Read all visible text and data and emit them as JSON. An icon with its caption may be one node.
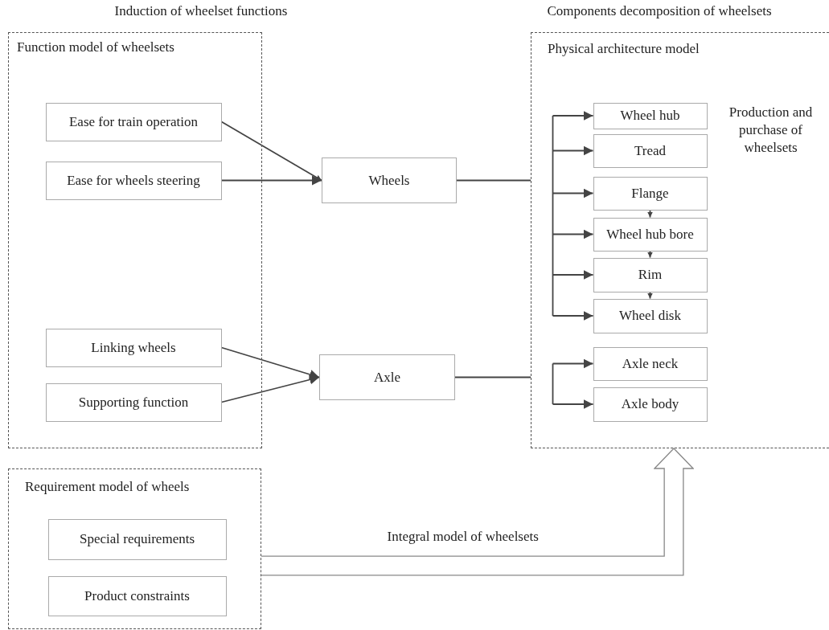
{
  "diagram": {
    "nodes": [
      {
        "text": [
          "Function model of wheelsets"
        ]
      },
      {
        "text": [
          "Ease for train operation"
        ],
        "in": 0
      },
      {
        "text": [
          "Ease for wheels steering"
        ],
        "in": 0
      },
      {
        "text": [
          "Linking wheels"
        ],
        "in": 0
      },
      {
        "text": [
          "Supporting function"
        ],
        "in": 0
      },
      {
        "text": [
          "Wheels"
        ]
      },
      {
        "text": [
          "Axle"
        ]
      },
      {
        "text": [
          "Physical architecture model",
          "Production and purchase of wheelsets"
        ]
      },
      {
        "text": [
          "Wheel hub"
        ],
        "in": 7
      },
      {
        "text": [
          "Tread"
        ],
        "in": 7
      },
      {
        "text": [
          "Flange"
        ],
        "in": 7
      },
      {
        "text": [
          "Wheel hub bore"
        ],
        "in": 7
      },
      {
        "text": [
          "Rim"
        ],
        "in": 7
      },
      {
        "text": [
          "Wheel disk"
        ],
        "in": 7
      },
      {
        "text": [
          "Axle neck"
        ],
        "in": 7
      },
      {
        "text": [
          "Axle body"
        ],
        "in": 7
      },
      {
        "text": [
          "Requirement model of wheels"
        ]
      },
      {
        "text": [
          "Special requirements"
        ],
        "in": 16
      },
      {
        "text": [
          "Product constraints"
        ],
        "in": 16
      }
    ],
    "edges": [
      {
        "from": 1,
        "to": 5,
        "arrow": "to"
      },
      {
        "from": 2,
        "to": 5,
        "arrow": "to"
      },
      {
        "from": 3,
        "to": 6,
        "arrow": "to"
      },
      {
        "from": 4,
        "to": 6,
        "arrow": "to"
      },
      {
        "from": 5,
        "to": 7,
        "arrow": "none"
      },
      {
        "from": 6,
        "to": 7,
        "arrow": "none"
      },
      {
        "from": null,
        "to": 8,
        "arrow": "to"
      },
      {
        "from": null,
        "to": 9,
        "arrow": "to"
      },
      {
        "from": null,
        "to": 10,
        "arrow": "to"
      },
      {
        "from": null,
        "to": 11,
        "arrow": "to"
      },
      {
        "from": null,
        "to": 12,
        "arrow": "to"
      },
      {
        "from": null,
        "to": 13,
        "arrow": "to"
      },
      {
        "from": 10,
        "to": 11,
        "arrow": "to"
      },
      {
        "from": 11,
        "to": 12,
        "arrow": "to"
      },
      {
        "from": 12,
        "to": 13,
        "arrow": "to"
      },
      {
        "from": null,
        "to": 14,
        "arrow": "to"
      },
      {
        "from": null,
        "to": 15,
        "arrow": "to"
      },
      {
        "from": 16,
        "to": 7,
        "arrow": "to",
        "label": "Integral model of wheelsets",
        "style": "thick"
      }
    ],
    "labels": [
      "Induction of wheelset functions",
      "Components decomposition of wheelsets"
    ]
  }
}
